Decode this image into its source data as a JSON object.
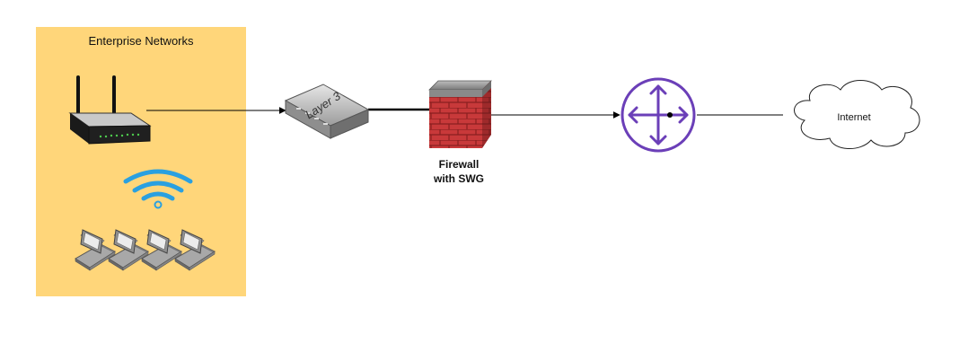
{
  "enterprise": {
    "title": "Enterprise Networks",
    "background_color": "#ffd67a"
  },
  "nodes": {
    "wireless_router": {
      "icon": "wireless-router-icon"
    },
    "wifi": {
      "icon": "wifi-icon",
      "color": "#2aa0e0"
    },
    "laptops": {
      "icon": "laptop-icon",
      "count": 4
    },
    "layer3_switch": {
      "label": "Layer 3",
      "icon": "layer3-switch-icon"
    },
    "firewall": {
      "label_line1": "Firewall",
      "label_line2": "with SWG",
      "icon": "brick-firewall-icon",
      "color": "#c8393a"
    },
    "router": {
      "icon": "router-icon",
      "color": "#6b3fb8"
    },
    "internet": {
      "label": "Internet",
      "icon": "cloud-icon"
    }
  },
  "edges": [
    {
      "from": "wireless_router",
      "to": "layer3_switch",
      "arrow": true
    },
    {
      "from": "layer3_switch",
      "to": "firewall",
      "arrow": false
    },
    {
      "from": "firewall",
      "to": "router",
      "arrow": true
    },
    {
      "from": "router",
      "to": "internet",
      "arrow": false
    }
  ]
}
